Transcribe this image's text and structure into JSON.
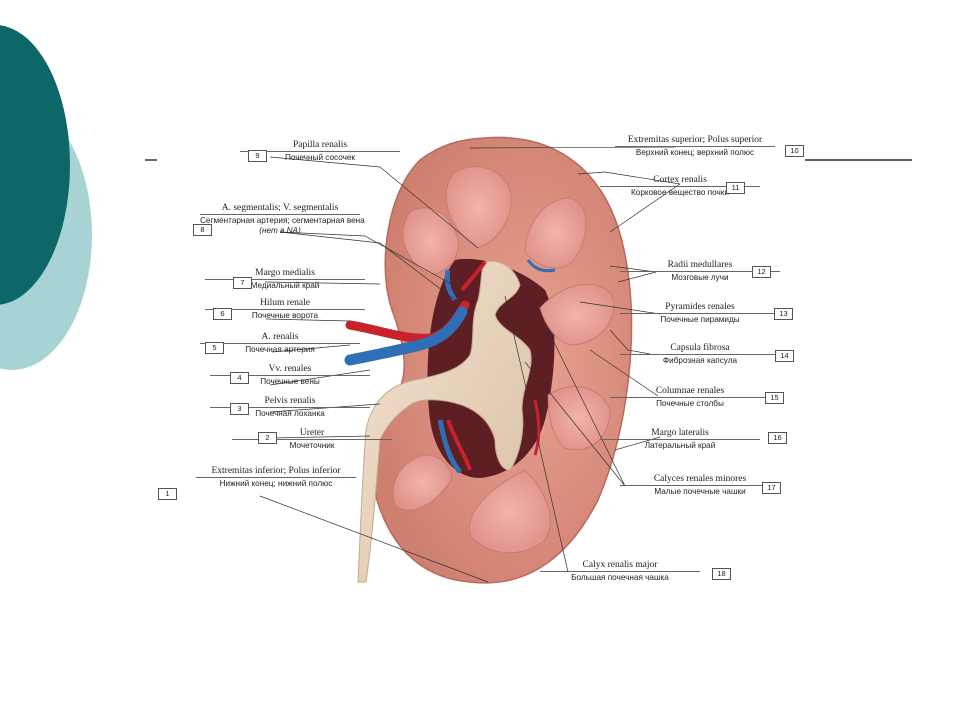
{
  "colors": {
    "accent_teal": "#0d6768",
    "accent_light": "#a8d3d4",
    "cortex": "#d98a7c",
    "pyramid": "#e89c93",
    "pelvis": "#e9d3bd",
    "artery": "#c8232c",
    "vein": "#2f6fb5"
  },
  "labels": [
    {
      "n": "1",
      "la": "Extremitas inferior; Polus inferior",
      "ru": "Нижний конец; нижний полюс"
    },
    {
      "n": "2",
      "la": "Ureter",
      "ru": "Мочеточник"
    },
    {
      "n": "3",
      "la": "Pelvis renalis",
      "ru": "Почечная лоханка"
    },
    {
      "n": "4",
      "la": "Vv. renales",
      "ru": "Почечные вены"
    },
    {
      "n": "5",
      "la": "A. renalis",
      "ru": "Почечная артерия"
    },
    {
      "n": "6",
      "la": "Hilum renale",
      "ru": "Почечные ворота"
    },
    {
      "n": "7",
      "la": "Margo medialis",
      "ru": "Медиальный край"
    },
    {
      "n": "8",
      "la": "A. segmentalis; V. segmentalis",
      "ru": "Сегментарная артерия; сегментарная вена",
      "ru_note": "(нет в NA)"
    },
    {
      "n": "9",
      "la": "Papilla renalis",
      "ru": "Почечный сосочек"
    },
    {
      "n": "10",
      "la": "Extremitas superior; Polus superior",
      "ru": "Верхний конец; верхний полюс"
    },
    {
      "n": "11",
      "la": "Cortex renalis",
      "ru": "Корковое вещество почки"
    },
    {
      "n": "12",
      "la": "Radii medullares",
      "ru": "Мозговые лучи"
    },
    {
      "n": "13",
      "la": "Pyramides renales",
      "ru": "Почечные пирамиды"
    },
    {
      "n": "14",
      "la": "Capsula fibrosa",
      "ru": "Фиброзная капсула"
    },
    {
      "n": "15",
      "la": "Columnae renales",
      "ru": "Почечные столбы"
    },
    {
      "n": "16",
      "la": "Margo lateralis",
      "ru": "Латеральный край"
    },
    {
      "n": "17",
      "la": "Calyces renales minores",
      "ru": "Малые почечные чашки"
    },
    {
      "n": "18",
      "la": "Calyx renalis major",
      "ru": "Большая почечная чашка"
    }
  ]
}
